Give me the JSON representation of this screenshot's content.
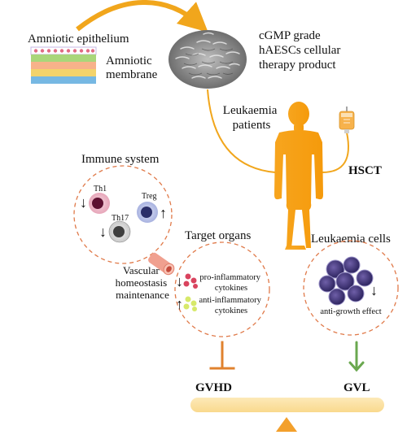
{
  "amniotic_epithelium": "Amniotic epithelium",
  "amniotic_membrane": [
    "Amniotic",
    "membrane"
  ],
  "product": [
    "cGMP grade",
    "hAESCs cellular",
    "therapy product"
  ],
  "leukaemia_patients": [
    "Leukaemia",
    "patients"
  ],
  "hsct": "HSCT",
  "immune_system": {
    "title": "Immune system",
    "th1": "Th1",
    "th17": "Th17",
    "treg": "Treg",
    "th1_arrow": "↓",
    "th17_arrow": "↓",
    "treg_arrow": "↑"
  },
  "vascular": [
    "Vascular",
    "homeostasis",
    "maintenance"
  ],
  "target_organs": {
    "title": "Target organs",
    "pro": [
      "pro-inflammatory",
      "cytokines"
    ],
    "anti": [
      "anti-inflammatory",
      "cytokines"
    ],
    "pro_arrow": "↓",
    "anti_arrow": "↑"
  },
  "leukaemia_cells": {
    "title": "Leukaemia cells",
    "effect": "anti-growth effect",
    "arrow": "↓"
  },
  "gvhd": "GVHD",
  "gvl": "GVL",
  "colors": {
    "orange": "#f5a623",
    "dashed_circle": "#e07a4a",
    "inhibit": "#e0822e",
    "promote": "#6aa84f",
    "balance_beam": "#fbe2a4"
  }
}
